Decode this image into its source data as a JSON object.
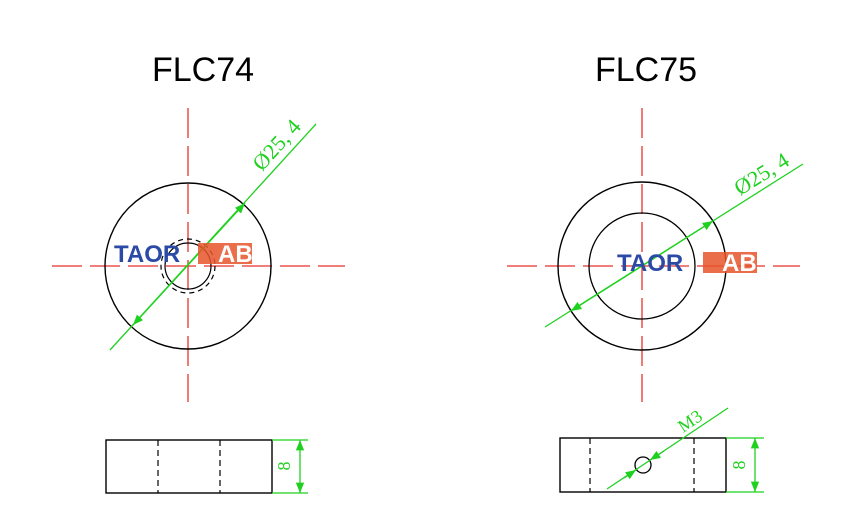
{
  "parts": [
    {
      "title": "FLC74",
      "diameter_label": "Ø25, 4",
      "height_label": "8"
    },
    {
      "title": "FLC75",
      "diameter_label": "Ø25, 4",
      "height_label": "8",
      "thread_label": "M3"
    }
  ],
  "watermark": {
    "text_main": "TAOR",
    "text_accent": "AB"
  },
  "colors": {
    "outline": "#000000",
    "centerline": "#e8322b",
    "dimension": "#1fd11f",
    "watermark_main": "#2b4aa6",
    "watermark_accent": "#e8552b"
  }
}
